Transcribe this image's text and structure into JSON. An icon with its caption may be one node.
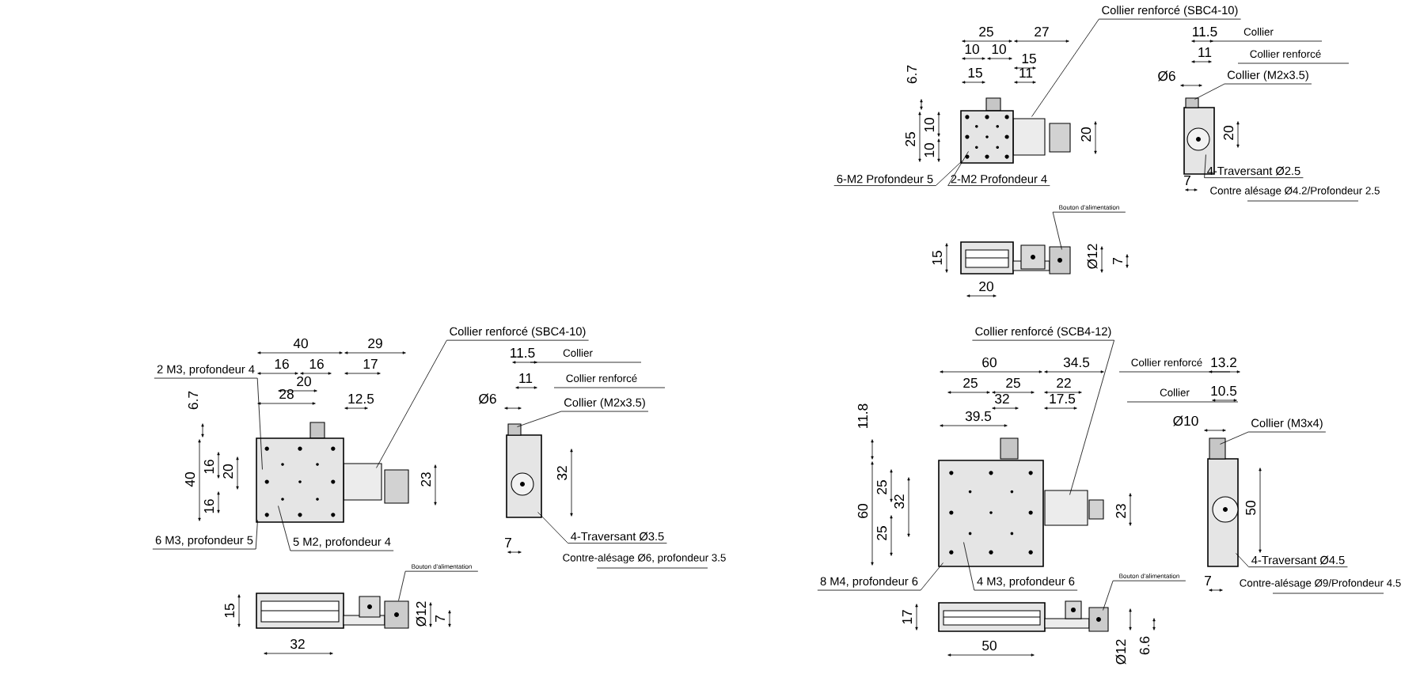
{
  "diagram": {
    "nodes": [
      {
        "text": [
          "Collier renforcé (SBC4-10)"
        ]
      },
      {
        "text": [
          "Collier (M2x3.5)"
        ]
      },
      {
        "text": [
          "6-M2 Profondeur 5"
        ]
      },
      {
        "text": [
          "2-M2 Profondeur 4"
        ]
      },
      {
        "text": [
          "4-Traversant Ø2.5"
        ]
      },
      {
        "text": [
          "Bouton d'alimentation"
        ]
      },
      {
        "text": [
          "Collier renforcé (SBC4-10)"
        ]
      },
      {
        "text": [
          "2 M3, profondeur 4"
        ]
      },
      {
        "text": [
          "Collier (M2x3.5)"
        ]
      },
      {
        "text": [
          "6 M3, profondeur 5"
        ]
      },
      {
        "text": [
          "5 M2, profondeur 4"
        ]
      },
      {
        "text": [
          "4-Traversant Ø3.5"
        ]
      },
      {
        "text": [
          "Bouton d'alimentation"
        ]
      },
      {
        "text": [
          "Collier renforcé (SCB4-12)"
        ]
      },
      {
        "text": [
          "Collier (M3x4)"
        ]
      },
      {
        "text": [
          "8 M4, profondeur 6"
        ]
      },
      {
        "text": [
          "4 M3, profondeur 6"
        ]
      },
      {
        "text": [
          "4-Traversant Ø4.5"
        ]
      },
      {
        "text": [
          "Bouton d'alimentation"
        ]
      },
      {
        "text": [],
        "shape": "picture"
      },
      {
        "text": [],
        "shape": "picture"
      },
      {
        "text": [],
        "shape": "picture"
      },
      {
        "text": [],
        "shape": "picture"
      },
      {
        "text": [],
        "shape": "picture"
      },
      {
        "text": [],
        "shape": "picture"
      },
      {
        "text": [],
        "shape": "picture"
      },
      {
        "text": [],
        "shape": "picture"
      },
      {
        "text": [],
        "shape": "picture"
      }
    ],
    "edges": [
      {
        "from": 0,
        "to": 19,
        "arrow": "none"
      },
      {
        "from": 1,
        "to": 20,
        "arrow": "none"
      },
      {
        "from": 2,
        "to": 19,
        "arrow": "none"
      },
      {
        "from": 3,
        "to": 19,
        "arrow": "none"
      },
      {
        "from": 4,
        "to": 20,
        "arrow": "none"
      },
      {
        "from": 5,
        "to": 21,
        "arrow": "none"
      },
      {
        "from": 6,
        "to": 22,
        "arrow": "none"
      },
      {
        "from": 7,
        "to": 22,
        "arrow": "none"
      },
      {
        "from": 8,
        "to": 23,
        "arrow": "none"
      },
      {
        "from": 9,
        "to": 22,
        "arrow": "none"
      },
      {
        "from": 10,
        "to": 22,
        "arrow": "none"
      },
      {
        "from": 11,
        "to": 23,
        "arrow": "none"
      },
      {
        "from": 12,
        "to": 24,
        "arrow": "none"
      },
      {
        "from": 13,
        "to": 25,
        "arrow": "none"
      },
      {
        "from": 14,
        "to": 26,
        "arrow": "none"
      },
      {
        "from": 15,
        "to": 25,
        "arrow": "none"
      },
      {
        "from": 16,
        "to": 25,
        "arrow": "none"
      },
      {
        "from": 17,
        "to": 26,
        "arrow": "none"
      },
      {
        "from": 18,
        "to": 27,
        "arrow": "none"
      }
    ],
    "labels": [
      "25",
      "27",
      "10",
      "10",
      "15",
      "15",
      "11",
      "6.7",
      "25",
      "10",
      "10",
      "20",
      "11.5",
      "Collier",
      "11",
      "Collier renforcé",
      "Ø6",
      "20",
      "7",
      "15",
      "20",
      "Ø12",
      "7",
      "40",
      "29",
      "16",
      "16",
      "17",
      "20",
      "28",
      "12.5",
      "6.7",
      "16",
      "20",
      "40",
      "16",
      "23",
      "11.5",
      "Collier",
      "11",
      "Collier renforcé",
      "Ø6",
      "32",
      "7",
      "15",
      "32",
      "Ø12",
      "7",
      "60",
      "34.5",
      "25",
      "25",
      "22",
      "32",
      "17.5",
      "39.5",
      "11.8",
      "25",
      "32",
      "60",
      "25",
      "23",
      "Collier renforcé",
      "13.2",
      "Collier",
      "10.5",
      "Ø10",
      "50",
      "7",
      "17",
      "50",
      "Ø12",
      "6.6",
      "Contre alésage Ø4.2/Profondeur 2.5",
      "Contre-alésage Ø6, profondeur 3.5",
      "Contre-alésage Ø9/Profondeur 4.5"
    ]
  }
}
